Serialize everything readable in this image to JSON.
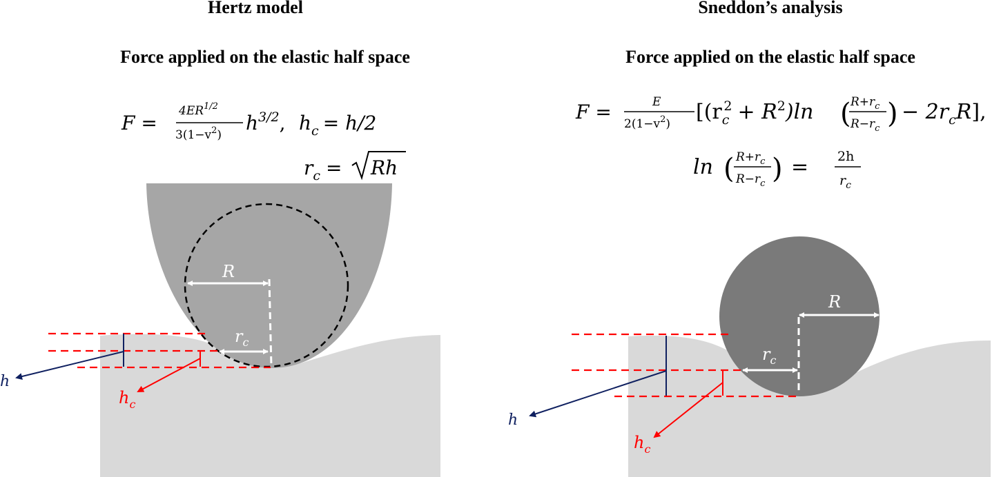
{
  "left": {
    "title": "Hertz model",
    "subtitle": "Force applied on the elastic half space",
    "eq_line1": {
      "lhs": "F =",
      "num": "4ER",
      "num_exp": "1/2",
      "den": "3(1−v",
      "den_exp": "2",
      "den_close": ")",
      "h": "h",
      "h_exp": "3/2",
      "sep": ",",
      "hc_lhs": "h",
      "hc_sub": "c",
      "hc_rhs": "= h/2"
    },
    "eq_line2": {
      "r": "r",
      "r_sub": "c",
      "eq": "=",
      "sqrt_arg": "Rh"
    },
    "labels": {
      "R": "R",
      "rc": "r",
      "rc_sub": "c",
      "h": "h",
      "hc": "h",
      "hc_sub": "c"
    }
  },
  "right": {
    "title": "Sneddon’s analysis",
    "subtitle": "Force applied on the elastic half space",
    "eq_line1": {
      "lhs": "F =",
      "num": "E",
      "den": "2(1−v",
      "den_exp": "2",
      "den_close": ")",
      "open": "[(r",
      "rc2_sub": "c",
      "rc2_exp": "2",
      "plus": "+ R",
      "R_exp": "2",
      "close_ln": ")ln",
      "frac_num": "R+r",
      "frac_num_sub": "c",
      "frac_den": "R−r",
      "frac_den_sub": "c",
      "minus": "− 2r",
      "minus_sub": "c",
      "tail": "R",
      "end": "],"
    },
    "eq_line2": {
      "ln": "ln",
      "frac_num": "R+r",
      "frac_num_sub": "c",
      "frac_den": "R−r",
      "frac_den_sub": "c",
      "eq": "=",
      "rhs_num": "2h",
      "rhs_den": "r",
      "rhs_den_sub": "c"
    },
    "labels": {
      "R": "R",
      "rc": "r",
      "rc_sub": "c",
      "h": "h",
      "hc": "h",
      "hc_sub": "c"
    }
  },
  "colors": {
    "substrate": "#d9d9d9",
    "indenter_paraboloid": "#a6a6a6",
    "indenter_sphere": "#7a7a7a",
    "guide_red": "#ff0000",
    "h_navy": "#0f2060",
    "arrow_white": "#ffffff"
  }
}
